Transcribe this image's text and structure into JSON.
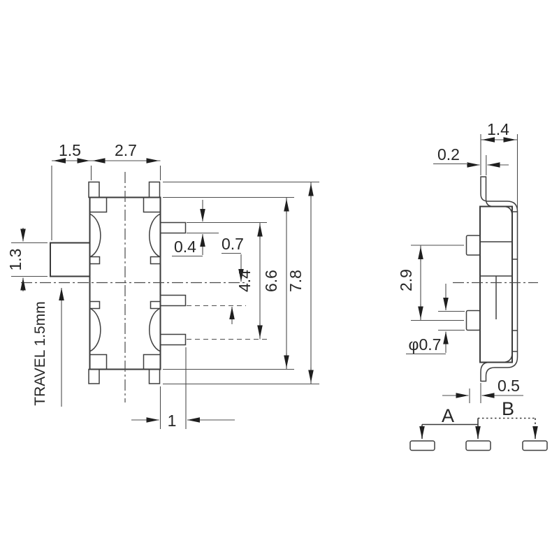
{
  "front_view": {
    "plunger_length": "1.5",
    "body_width": "2.7",
    "plunger_height": "1.3",
    "travel_note": "TRAVEL 1.5mm",
    "terminal_thickness": "0.4",
    "center_to_terminal": "0.7",
    "terminal_span": "4.4",
    "body_height": "6.6",
    "overall_height": "7.8",
    "terminal_length": "1"
  },
  "side_view": {
    "overall_depth": "1.4",
    "lead_thickness": "0.2",
    "boss_pitch": "2.9",
    "boss_diameter": "φ0.7",
    "foot_width": "0.5"
  },
  "pad_layout": {
    "group_a": "A",
    "group_b": "B"
  },
  "colors": {
    "line": "#3a3a3a",
    "dimension_line": "#4d4d4d",
    "text": "#262626",
    "background": "#ffffff"
  }
}
